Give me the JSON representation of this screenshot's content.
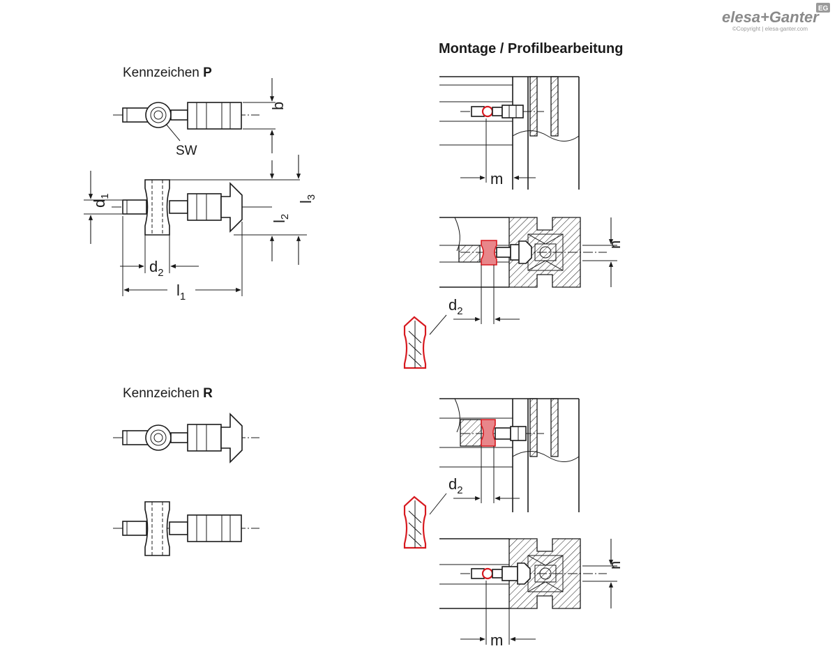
{
  "brand": {
    "logo_text": "elesa+Ganter",
    "copyright_text": "©Copyright | elesa-ganter.com",
    "badge_text": "EG"
  },
  "headings": {
    "mounting": "Montage / Profilbearbeitung",
    "variant_p_prefix": "Kennzeichen",
    "variant_p_letter": "P",
    "variant_r_prefix": "Kennzeichen",
    "variant_r_letter": "R"
  },
  "dimensions": {
    "b": "b",
    "sw": "SW",
    "d1": "d",
    "d1_sub": "1",
    "d2": "d",
    "d2_sub": "2",
    "l1": "l",
    "l1_sub": "1",
    "l2": "l",
    "l2_sub": "2",
    "l3": "l",
    "l3_sub": "3",
    "m": "m",
    "n": "n"
  },
  "colors": {
    "line": "#1a1a1a",
    "accent_red": "#d7191f",
    "accent_red_fill": "#e8868a",
    "logo_grey": "#8a8a8a"
  }
}
